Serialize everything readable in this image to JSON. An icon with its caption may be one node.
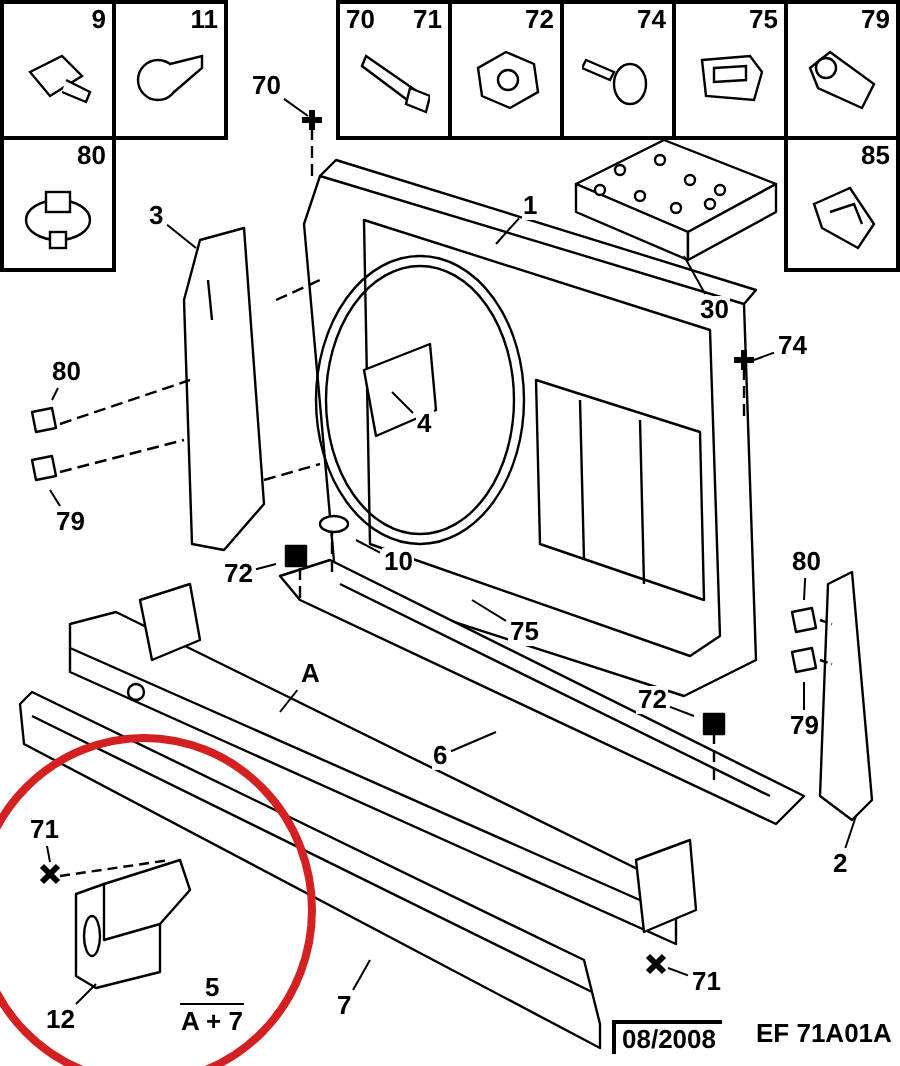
{
  "diagram": {
    "nodes": [
      {
        "text": [
          "9"
        ]
      },
      {
        "text": [
          "11"
        ]
      },
      {
        "text": [
          "70",
          "71"
        ]
      },
      {
        "text": [
          "72"
        ]
      },
      {
        "text": [
          "74"
        ]
      },
      {
        "text": [
          "75"
        ]
      },
      {
        "text": [
          "79"
        ]
      },
      {
        "text": [
          "80"
        ]
      },
      {
        "text": [
          "85"
        ]
      },
      {
        "text": [
          "70"
        ]
      },
      {
        "text": [
          "1"
        ]
      },
      {
        "text": [
          "3"
        ]
      },
      {
        "text": [
          "30"
        ]
      },
      {
        "text": [
          "74"
        ]
      },
      {
        "text": [
          "80"
        ]
      },
      {
        "text": [
          "79"
        ]
      },
      {
        "text": [
          "4"
        ]
      },
      {
        "text": [
          "10"
        ]
      },
      {
        "text": [
          "72"
        ]
      },
      {
        "text": [
          "75"
        ]
      },
      {
        "text": [
          "80"
        ]
      },
      {
        "text": [
          "A"
        ]
      },
      {
        "text": [
          "72"
        ]
      },
      {
        "text": [
          "79"
        ]
      },
      {
        "text": [
          "6"
        ]
      },
      {
        "text": [
          "2"
        ]
      },
      {
        "text": [
          "71"
        ]
      },
      {
        "text": [
          "12"
        ]
      },
      {
        "text": [
          "7"
        ]
      },
      {
        "text": [
          "71"
        ]
      }
    ],
    "edges": [
      {
        "from": 9,
        "to": null,
        "arrow": "none"
      },
      {
        "from": 10,
        "to": null,
        "arrow": "none"
      },
      {
        "from": 11,
        "to": null,
        "arrow": "none"
      },
      {
        "from": 12,
        "to": null,
        "arrow": "none"
      },
      {
        "from": 13,
        "to": null,
        "arrow": "none"
      },
      {
        "from": 14,
        "to": null,
        "arrow": "none"
      },
      {
        "from": 15,
        "to": null,
        "arrow": "none"
      },
      {
        "from": 16,
        "to": null,
        "arrow": "none"
      },
      {
        "from": 17,
        "to": null,
        "arrow": "none"
      },
      {
        "from": 18,
        "to": null,
        "arrow": "none"
      },
      {
        "from": 19,
        "to": null,
        "arrow": "none"
      },
      {
        "from": 20,
        "to": null,
        "arrow": "none"
      },
      {
        "from": 21,
        "to": null,
        "arrow": "none"
      },
      {
        "from": 22,
        "to": null,
        "arrow": "none"
      },
      {
        "from": 23,
        "to": null,
        "arrow": "none"
      },
      {
        "from": 24,
        "to": null,
        "arrow": "none"
      },
      {
        "from": 25,
        "to": null,
        "arrow": "none"
      },
      {
        "from": 26,
        "to": null,
        "arrow": "none"
      },
      {
        "from": 27,
        "to": null,
        "arrow": "none"
      },
      {
        "from": 28,
        "to": null,
        "arrow": "none"
      },
      {
        "from": 29,
        "to": null,
        "arrow": "none"
      }
    ],
    "labels": [
      "5",
      "A + 7",
      "08/2008",
      "EF 71A01A"
    ]
  }
}
